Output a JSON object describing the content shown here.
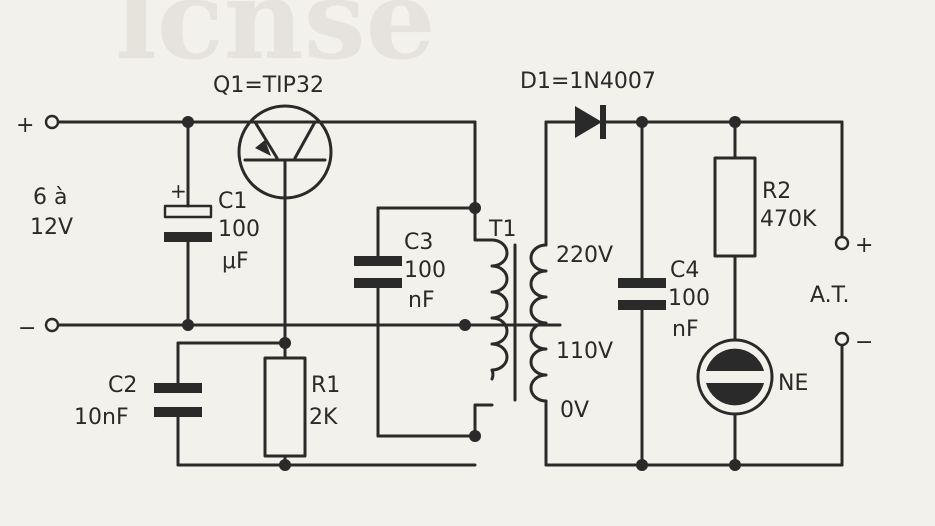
{
  "labels": {
    "q1": "Q1=TIP32",
    "d1": "D1=1N4007",
    "plus_in": "+",
    "minus_in": "−",
    "supply_a": "6 à",
    "supply_b": "12V",
    "c1_plus": "+",
    "c1_name": "C1",
    "c1_val": "100",
    "c1_unit": "μF",
    "c2_name": "C2",
    "c2_val": "10nF",
    "r1_name": "R1",
    "r1_val": "2K",
    "c3_name": "C3",
    "c3_val": "100",
    "c3_unit": "nF",
    "t1": "T1",
    "tap_220": "220V",
    "tap_110": "110V",
    "tap_0": "0V",
    "c4_name": "C4",
    "c4_val": "100",
    "c4_unit": "nF",
    "r2_name": "R2",
    "r2_val": "470K",
    "ne": "NE",
    "out_plus": "+",
    "out_minus": "−",
    "at": "A.T."
  },
  "colors": {
    "ink": "#2a2a2a",
    "paper": "#f3f1ec"
  }
}
